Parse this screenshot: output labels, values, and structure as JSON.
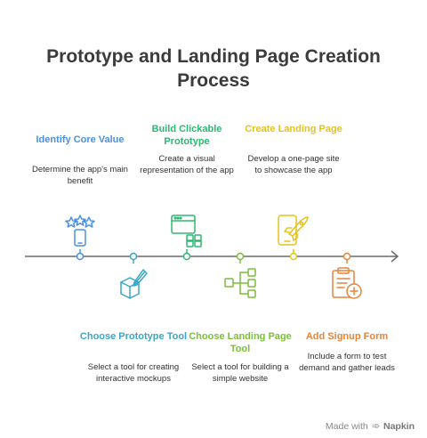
{
  "title": [
    "Prototype and Landing Page Creation",
    "Process"
  ],
  "colors": {
    "step1": "#4a90e2",
    "step2": "#3aa6c6",
    "step3": "#2eb872",
    "step4": "#7cbf3a",
    "step5": "#e6c21e",
    "step6": "#e8843a",
    "axis": "#6b6b6b"
  },
  "steps": [
    {
      "title": "Identify Core Value",
      "desc": "Determine the app's main benefit",
      "icon": "stars-phone-icon"
    },
    {
      "title": "Choose Prototype Tool",
      "desc": "Select a tool for creating interactive mockups",
      "icon": "cube-pencil-icon"
    },
    {
      "title": "Build Clickable Prototype",
      "desc": "Create a visual representation of the app",
      "icon": "window-blocks-icon"
    },
    {
      "title": "Choose Landing Page Tool",
      "desc": "Select a tool for building a simple website",
      "icon": "flow-tree-icon"
    },
    {
      "title": "Create Landing Page",
      "desc": "Develop a one-page site to showcase the app",
      "icon": "rocket-phone-icon"
    },
    {
      "title": "Add Signup Form",
      "desc": "Include a form to test demand and gather leads",
      "icon": "clipboard-plus-icon"
    }
  ],
  "footer": {
    "made_with": "Made with",
    "brand": "Napkin"
  }
}
